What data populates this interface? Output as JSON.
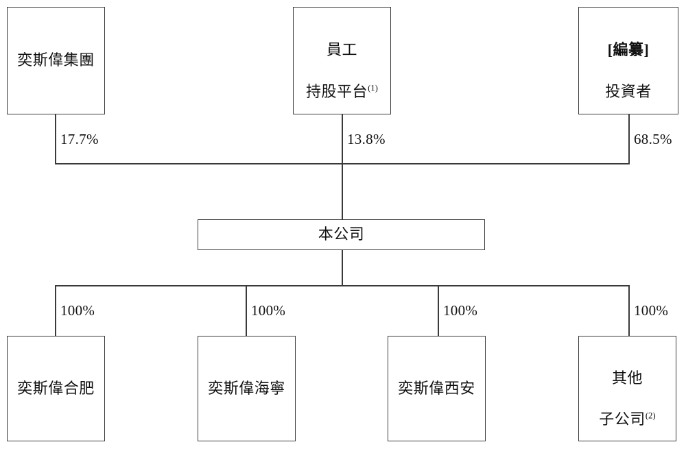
{
  "diagram": {
    "type": "organization-shareholding-chart",
    "title": "",
    "line_color": "#3a3a3a",
    "background_color": "#ffffff",
    "text_color": "#111111",
    "shareholders": [
      {
        "id": "yeswell-group",
        "label": "奕斯偉集團",
        "label_lines": [
          "奕斯偉集團"
        ],
        "footnote": "",
        "percent": "17.7%"
      },
      {
        "id": "employee-shareholding-platform",
        "label": "員工持股平台",
        "label_lines": [
          "員工",
          "持股平台"
        ],
        "footnote": "(1)",
        "percent": "13.8%"
      },
      {
        "id": "redacted-investors",
        "label": "[編纂]投資者",
        "label_lines": [
          "[編纂]",
          "投資者"
        ],
        "bold_line_index": 0,
        "footnote": "",
        "percent": "68.5%"
      }
    ],
    "company": {
      "id": "the-company",
      "label": "本公司"
    },
    "subsidiaries": [
      {
        "id": "yeswell-hefei",
        "label": "奕斯偉合肥",
        "label_lines": [
          "奕斯偉合肥"
        ],
        "footnote": "",
        "percent": "100%"
      },
      {
        "id": "yeswell-haining",
        "label": "奕斯偉海寧",
        "label_lines": [
          "奕斯偉海寧"
        ],
        "footnote": "",
        "percent": "100%"
      },
      {
        "id": "yeswell-xian",
        "label": "奕斯偉西安",
        "label_lines": [
          "奕斯偉西安"
        ],
        "footnote": "",
        "percent": "100%"
      },
      {
        "id": "other-subsidiaries",
        "label": "其他子公司",
        "label_lines": [
          "其他",
          "子公司"
        ],
        "footnote": "(2)",
        "percent": "100%"
      }
    ]
  }
}
